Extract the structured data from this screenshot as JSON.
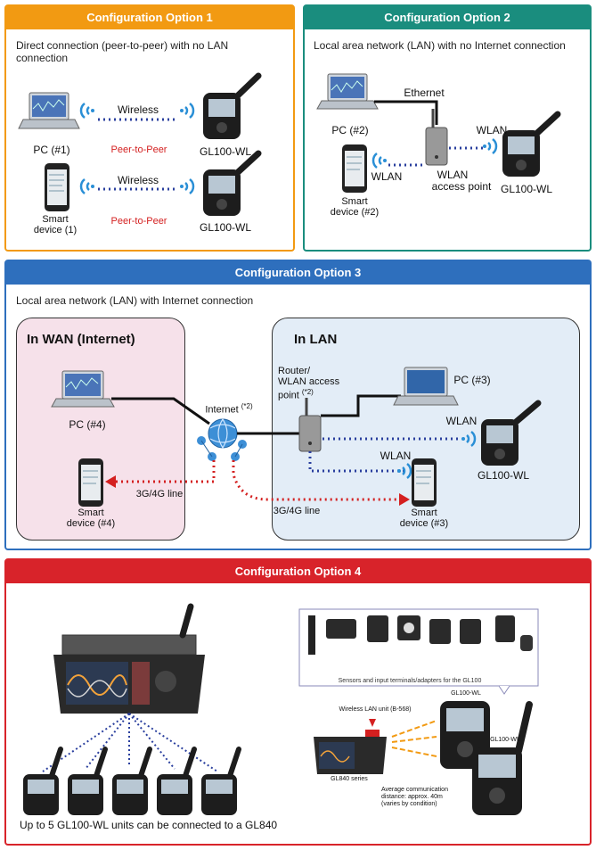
{
  "colors": {
    "opt1": "#f29a12",
    "opt2": "#1a8d7e",
    "opt3": "#2e6fbd",
    "opt4": "#d8232a",
    "wan_bg": "#f6e1ea",
    "lan_bg": "#e3edf7",
    "link_blue": "#2a3f9e",
    "link_red": "#d42020"
  },
  "opt1": {
    "title": "Configuration Option 1",
    "desc": "Direct connection (peer-to-peer) with no LAN connection",
    "wireless1": "Wireless",
    "wireless2": "Wireless",
    "p2p1": "Peer-to-Peer",
    "p2p2": "Peer-to-Peer",
    "pc": "PC (#1)",
    "smart_a": "Smart",
    "smart_b": "device (1)",
    "gl1": "GL100-WL",
    "gl2": "GL100-WL"
  },
  "opt2": {
    "title": "Configuration Option 2",
    "desc": "Local area network (LAN) with no Internet connection",
    "ethernet": "Ethernet",
    "pc": "PC (#2)",
    "wlan1": "WLAN",
    "wlan2": "WLAN",
    "ap_a": "WLAN",
    "ap_b": "access point",
    "smart_a": "Smart",
    "smart_b": "device (#2)",
    "gl": "GL100-WL"
  },
  "opt3": {
    "title": "Configuration Option 3",
    "desc": "Local area network (LAN) with Internet connection",
    "wan": "In WAN (Internet)",
    "lan": "In LAN",
    "pc4": "PC (#4)",
    "pc3": "PC (#3)",
    "internet": "Internet",
    "note2": "(*2)",
    "router_a": "Router/",
    "router_b": "WLAN access",
    "router_c": "point",
    "wlan1": "WLAN",
    "wlan2": "WLAN",
    "gl": "GL100-WL",
    "line1": "3G/4G line",
    "line2": "3G/4G line",
    "smart4_a": "Smart",
    "smart4_b": "device (#4)",
    "smart3_a": "Smart",
    "smart3_b": "device (#3)"
  },
  "opt4": {
    "title": "Configuration Option 4",
    "sensors": "Sensors and input terminals/adapters for the GL100",
    "gl_a": "GL100-WL",
    "gl_b": "GL100-WL",
    "unit": "Wireless LAN unit (B-568)",
    "series": "GL840 series",
    "dist_a": "Average communication",
    "dist_b": "distance: approx. 40m",
    "dist_c": "(varies by condition)",
    "caption": "Up to 5 GL100-WL units can be connected to a GL840"
  }
}
